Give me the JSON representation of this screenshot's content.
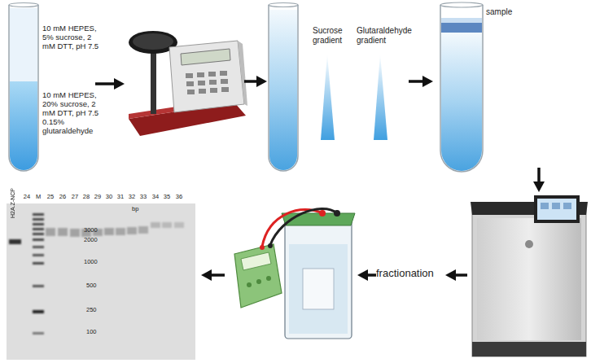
{
  "diagram": {
    "labels": [
      "10 mM HEPES, 5% sucrose, 2 mM DTT, pH 7.5",
      "10 mM HEPES, 20% sucrose, 2 mM DTT, pH 7.5 0.15% glutaraldehyde",
      "Sucrose gradient",
      "Glutaraldehyde gradient",
      "sample",
      "fractionation",
      "H2A.Z-NCP",
      "24",
      "M",
      "25",
      "26",
      "27",
      "28",
      "29",
      "30",
      "31",
      "32",
      "33",
      "34",
      "35",
      "36",
      "bp",
      "3000",
      "2000",
      "1000",
      "500",
      "250",
      "100"
    ]
  }
}
